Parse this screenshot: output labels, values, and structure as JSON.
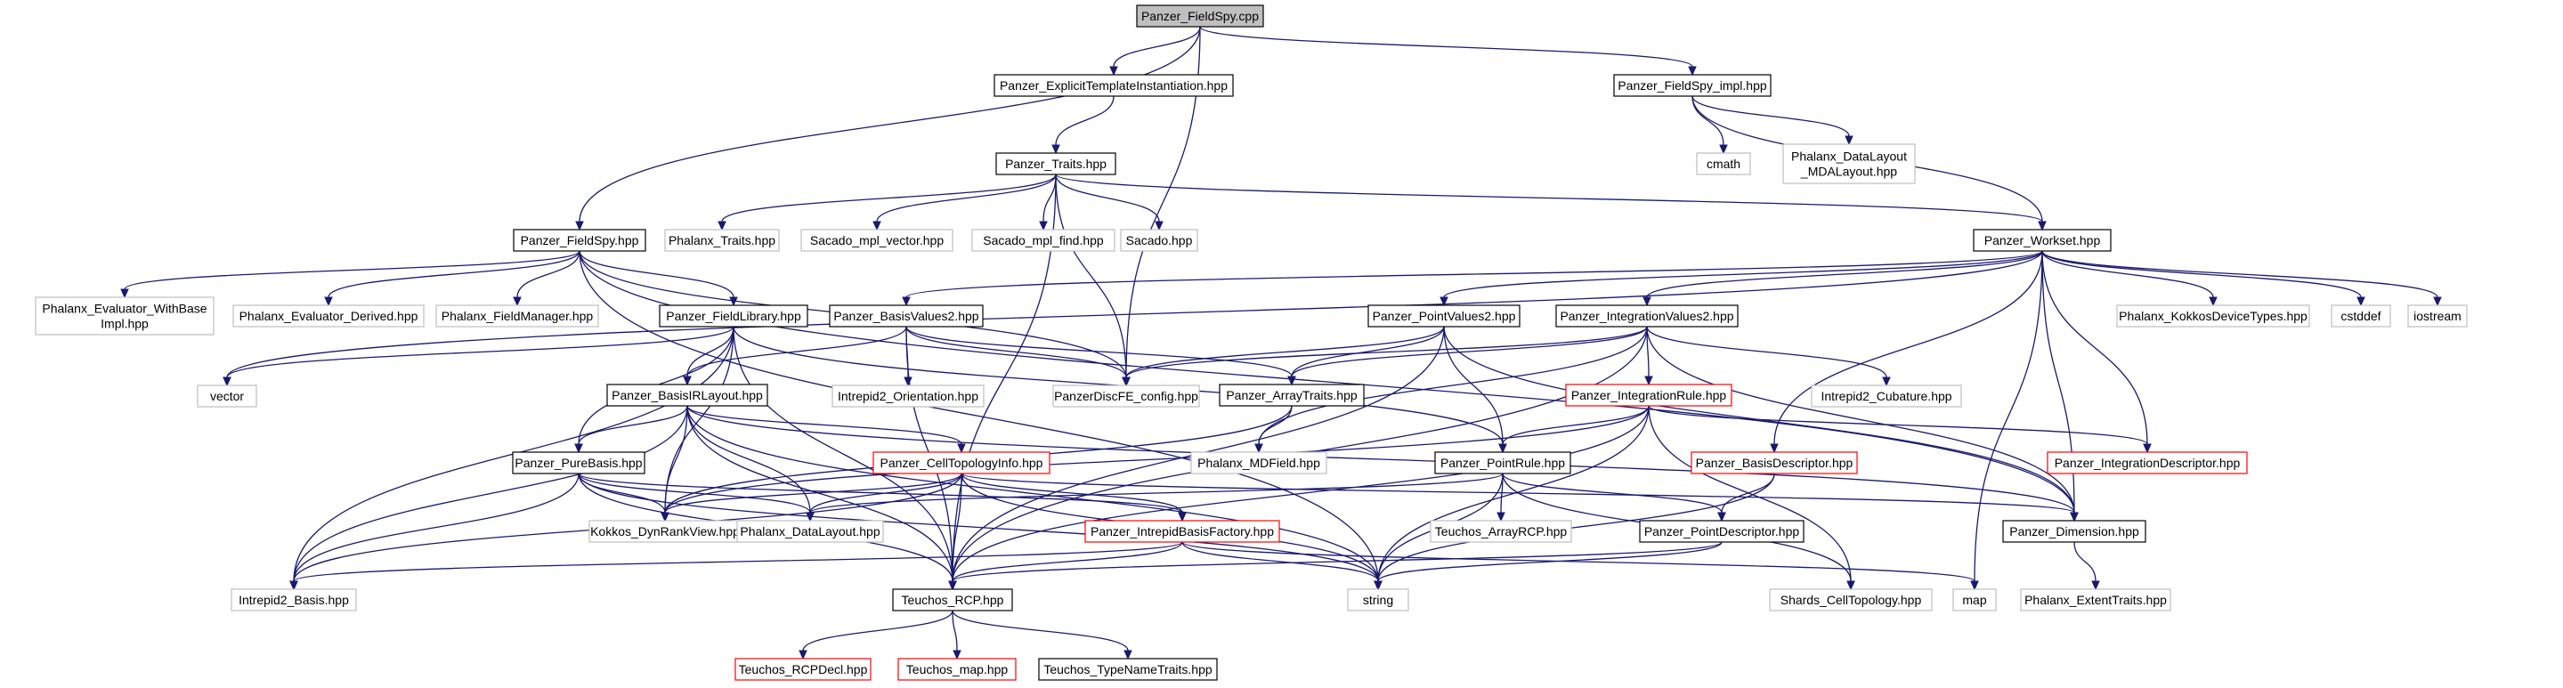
{
  "diagram": {
    "type": "include-dependency-graph",
    "colors": {
      "edge": "#191970",
      "border_default": "#000000",
      "border_missing": "#bfbfbf",
      "border_truncated": "#ff0000",
      "fill_root": "#bfbfbf",
      "fill_default": "#ffffff"
    },
    "nodes": [
      {
        "id": "fieldspy_cpp",
        "lines": [
          "Panzer_FieldSpy.cpp"
        ],
        "style": "root"
      },
      {
        "id": "explicit_ti",
        "lines": [
          "Panzer_ExplicitTemplateInstantiation.hpp"
        ],
        "style": "normal"
      },
      {
        "id": "fieldspy_impl",
        "lines": [
          "Panzer_FieldSpy_impl.hpp"
        ],
        "style": "normal"
      },
      {
        "id": "traits",
        "lines": [
          "Panzer_Traits.hpp"
        ],
        "style": "normal"
      },
      {
        "id": "cmath",
        "lines": [
          "cmath"
        ],
        "style": "missing"
      },
      {
        "id": "mda_layout",
        "lines": [
          "Phalanx_DataLayout",
          "_MDALayout.hpp"
        ],
        "style": "missing"
      },
      {
        "id": "fieldspy_hpp",
        "lines": [
          "Panzer_FieldSpy.hpp"
        ],
        "style": "normal"
      },
      {
        "id": "phx_traits",
        "lines": [
          "Phalanx_Traits.hpp"
        ],
        "style": "missing"
      },
      {
        "id": "sacado_vec",
        "lines": [
          "Sacado_mpl_vector.hpp"
        ],
        "style": "missing"
      },
      {
        "id": "sacado_find",
        "lines": [
          "Sacado_mpl_find.hpp"
        ],
        "style": "missing"
      },
      {
        "id": "sacado",
        "lines": [
          "Sacado.hpp"
        ],
        "style": "missing"
      },
      {
        "id": "workset",
        "lines": [
          "Panzer_Workset.hpp"
        ],
        "style": "normal"
      },
      {
        "id": "phx_eval_base",
        "lines": [
          "Phalanx_Evaluator_WithBase",
          "Impl.hpp"
        ],
        "style": "missing"
      },
      {
        "id": "phx_eval_der",
        "lines": [
          "Phalanx_Evaluator_Derived.hpp"
        ],
        "style": "missing"
      },
      {
        "id": "phx_fm",
        "lines": [
          "Phalanx_FieldManager.hpp"
        ],
        "style": "missing"
      },
      {
        "id": "field_lib",
        "lines": [
          "Panzer_FieldLibrary.hpp"
        ],
        "style": "normal"
      },
      {
        "id": "basis_values2",
        "lines": [
          "Panzer_BasisValues2.hpp"
        ],
        "style": "normal"
      },
      {
        "id": "point_values2",
        "lines": [
          "Panzer_PointValues2.hpp"
        ],
        "style": "normal"
      },
      {
        "id": "integ_values2",
        "lines": [
          "Panzer_IntegrationValues2.hpp"
        ],
        "style": "normal"
      },
      {
        "id": "phx_kokkos_dt",
        "lines": [
          "Phalanx_KokkosDeviceTypes.hpp"
        ],
        "style": "missing"
      },
      {
        "id": "cstddef",
        "lines": [
          "cstddef"
        ],
        "style": "missing"
      },
      {
        "id": "iostream",
        "lines": [
          "iostream"
        ],
        "style": "missing"
      },
      {
        "id": "vector",
        "lines": [
          "vector"
        ],
        "style": "missing"
      },
      {
        "id": "basis_irlayout",
        "lines": [
          "Panzer_BasisIRLayout.hpp"
        ],
        "style": "normal"
      },
      {
        "id": "intrepid2_orient",
        "lines": [
          "Intrepid2_Orientation.hpp"
        ],
        "style": "missing"
      },
      {
        "id": "disc_fe_config",
        "lines": [
          "PanzerDiscFE_config.hpp"
        ],
        "style": "missing"
      },
      {
        "id": "array_traits",
        "lines": [
          "Panzer_ArrayTraits.hpp"
        ],
        "style": "normal"
      },
      {
        "id": "integ_rule",
        "lines": [
          "Panzer_IntegrationRule.hpp"
        ],
        "style": "truncated"
      },
      {
        "id": "intrepid2_cub",
        "lines": [
          "Intrepid2_Cubature.hpp"
        ],
        "style": "missing"
      },
      {
        "id": "pure_basis",
        "lines": [
          "Panzer_PureBasis.hpp"
        ],
        "style": "normal"
      },
      {
        "id": "cell_topo_info",
        "lines": [
          "Panzer_CellTopologyInfo.hpp"
        ],
        "style": "truncated"
      },
      {
        "id": "phx_mdfield",
        "lines": [
          "Phalanx_MDField.hpp"
        ],
        "style": "missing"
      },
      {
        "id": "point_rule",
        "lines": [
          "Panzer_PointRule.hpp"
        ],
        "style": "normal"
      },
      {
        "id": "basis_desc",
        "lines": [
          "Panzer_BasisDescriptor.hpp"
        ],
        "style": "truncated"
      },
      {
        "id": "integ_desc",
        "lines": [
          "Panzer_IntegrationDescriptor.hpp"
        ],
        "style": "truncated"
      },
      {
        "id": "kokkos_drv",
        "lines": [
          "Kokkos_DynRankView.hpp"
        ],
        "style": "missing"
      },
      {
        "id": "phx_datalayout",
        "lines": [
          "Phalanx_DataLayout.hpp"
        ],
        "style": "missing"
      },
      {
        "id": "intrepid_bf",
        "lines": [
          "Panzer_IntrepidBasisFactory.hpp"
        ],
        "style": "truncated"
      },
      {
        "id": "teuchos_arcp",
        "lines": [
          "Teuchos_ArrayRCP.hpp"
        ],
        "style": "missing"
      },
      {
        "id": "point_desc",
        "lines": [
          "Panzer_PointDescriptor.hpp"
        ],
        "style": "normal"
      },
      {
        "id": "dimension",
        "lines": [
          "Panzer_Dimension.hpp"
        ],
        "style": "normal"
      },
      {
        "id": "intrepid2_basis",
        "lines": [
          "Intrepid2_Basis.hpp"
        ],
        "style": "missing"
      },
      {
        "id": "teuchos_rcp",
        "lines": [
          "Teuchos_RCP.hpp"
        ],
        "style": "normal"
      },
      {
        "id": "string",
        "lines": [
          "string"
        ],
        "style": "missing"
      },
      {
        "id": "shards_ct",
        "lines": [
          "Shards_CellTopology.hpp"
        ],
        "style": "missing"
      },
      {
        "id": "map",
        "lines": [
          "map"
        ],
        "style": "missing"
      },
      {
        "id": "phx_extent",
        "lines": [
          "Phalanx_ExtentTraits.hpp"
        ],
        "style": "missing"
      },
      {
        "id": "teuchos_rcpdecl",
        "lines": [
          "Teuchos_RCPDecl.hpp"
        ],
        "style": "truncated"
      },
      {
        "id": "teuchos_map",
        "lines": [
          "Teuchos_map.hpp"
        ],
        "style": "truncated"
      },
      {
        "id": "teuchos_tnt",
        "lines": [
          "Teuchos_TypeNameTraits.hpp"
        ],
        "style": "normal"
      }
    ],
    "edges": [
      [
        "fieldspy_cpp",
        "explicit_ti"
      ],
      [
        "fieldspy_cpp",
        "fieldspy_impl"
      ],
      [
        "fieldspy_cpp",
        "fieldspy_hpp"
      ],
      [
        "fieldspy_cpp",
        "disc_fe_config"
      ],
      [
        "explicit_ti",
        "traits"
      ],
      [
        "fieldspy_impl",
        "cmath"
      ],
      [
        "fieldspy_impl",
        "mda_layout"
      ],
      [
        "fieldspy_impl",
        "workset"
      ],
      [
        "traits",
        "phx_traits"
      ],
      [
        "traits",
        "sacado_vec"
      ],
      [
        "traits",
        "sacado_find"
      ],
      [
        "traits",
        "sacado"
      ],
      [
        "traits",
        "workset"
      ],
      [
        "traits",
        "disc_fe_config"
      ],
      [
        "traits",
        "teuchos_rcp"
      ],
      [
        "fieldspy_hpp",
        "phx_eval_base"
      ],
      [
        "fieldspy_hpp",
        "phx_eval_der"
      ],
      [
        "fieldspy_hpp",
        "phx_fm"
      ],
      [
        "fieldspy_hpp",
        "field_lib"
      ],
      [
        "fieldspy_hpp",
        "disc_fe_config"
      ],
      [
        "fieldspy_hpp",
        "dimension"
      ],
      [
        "fieldspy_hpp",
        "string"
      ],
      [
        "workset",
        "basis_values2"
      ],
      [
        "workset",
        "point_values2"
      ],
      [
        "workset",
        "integ_values2"
      ],
      [
        "workset",
        "phx_kokkos_dt"
      ],
      [
        "workset",
        "cstddef"
      ],
      [
        "workset",
        "iostream"
      ],
      [
        "workset",
        "vector"
      ],
      [
        "workset",
        "basis_desc"
      ],
      [
        "workset",
        "integ_desc"
      ],
      [
        "workset",
        "dimension"
      ],
      [
        "workset",
        "map"
      ],
      [
        "field_lib",
        "basis_irlayout"
      ],
      [
        "field_lib",
        "pure_basis"
      ],
      [
        "field_lib",
        "vector"
      ],
      [
        "field_lib",
        "teuchos_rcp"
      ],
      [
        "field_lib",
        "intrepid2_basis"
      ],
      [
        "field_lib",
        "kokkos_drv"
      ],
      [
        "field_lib",
        "point_rule"
      ],
      [
        "basis_values2",
        "intrepid2_orient"
      ],
      [
        "basis_values2",
        "disc_fe_config"
      ],
      [
        "basis_values2",
        "array_traits"
      ],
      [
        "basis_values2",
        "basis_irlayout"
      ],
      [
        "basis_values2",
        "teuchos_rcp"
      ],
      [
        "point_values2",
        "disc_fe_config"
      ],
      [
        "point_values2",
        "array_traits"
      ],
      [
        "point_values2",
        "point_rule"
      ],
      [
        "point_values2",
        "dimension"
      ],
      [
        "point_values2",
        "teuchos_rcp"
      ],
      [
        "integ_values2",
        "disc_fe_config"
      ],
      [
        "integ_values2",
        "array_traits"
      ],
      [
        "integ_values2",
        "integ_rule"
      ],
      [
        "integ_values2",
        "intrepid2_cub"
      ],
      [
        "integ_values2",
        "phx_mdfield"
      ],
      [
        "integ_values2",
        "dimension"
      ],
      [
        "integ_values2",
        "teuchos_rcp"
      ],
      [
        "basis_irlayout",
        "pure_basis"
      ],
      [
        "basis_irlayout",
        "cell_topo_info"
      ],
      [
        "basis_irlayout",
        "kokkos_drv"
      ],
      [
        "basis_irlayout",
        "phx_datalayout"
      ],
      [
        "basis_irlayout",
        "intrepid2_basis"
      ],
      [
        "basis_irlayout",
        "teuchos_rcp"
      ],
      [
        "basis_irlayout",
        "string"
      ],
      [
        "basis_irlayout",
        "dimension"
      ],
      [
        "array_traits",
        "phx_mdfield"
      ],
      [
        "array_traits",
        "kokkos_drv"
      ],
      [
        "integ_rule",
        "point_rule"
      ],
      [
        "integ_rule",
        "integ_desc"
      ],
      [
        "integ_rule",
        "kokkos_drv"
      ],
      [
        "integ_rule",
        "shards_ct"
      ],
      [
        "integ_rule",
        "teuchos_rcp"
      ],
      [
        "integ_rule",
        "string"
      ],
      [
        "pure_basis",
        "kokkos_drv"
      ],
      [
        "pure_basis",
        "phx_datalayout"
      ],
      [
        "pure_basis",
        "intrepid_bf"
      ],
      [
        "pure_basis",
        "intrepid2_basis"
      ],
      [
        "pure_basis",
        "teuchos_rcp"
      ],
      [
        "pure_basis",
        "string"
      ],
      [
        "cell_topo_info",
        "kokkos_drv"
      ],
      [
        "cell_topo_info",
        "phx_datalayout"
      ],
      [
        "cell_topo_info",
        "intrepid_bf"
      ],
      [
        "cell_topo_info",
        "dimension"
      ],
      [
        "cell_topo_info",
        "teuchos_rcp"
      ],
      [
        "cell_topo_info",
        "string"
      ],
      [
        "cell_topo_info",
        "intrepid2_basis"
      ],
      [
        "point_rule",
        "teuchos_arcp"
      ],
      [
        "point_rule",
        "point_desc"
      ],
      [
        "point_rule",
        "phx_datalayout"
      ],
      [
        "point_rule",
        "shards_ct"
      ],
      [
        "point_rule",
        "string"
      ],
      [
        "basis_desc",
        "point_desc"
      ],
      [
        "basis_desc",
        "string"
      ],
      [
        "point_desc",
        "string"
      ],
      [
        "point_desc",
        "teuchos_rcp"
      ],
      [
        "intrepid_bf",
        "teuchos_rcp"
      ],
      [
        "intrepid_bf",
        "intrepid2_basis"
      ],
      [
        "intrepid_bf",
        "string"
      ],
      [
        "intrepid_bf",
        "map"
      ],
      [
        "dimension",
        "phx_extent"
      ],
      [
        "teuchos_rcp",
        "teuchos_rcpdecl"
      ],
      [
        "teuchos_rcp",
        "teuchos_map"
      ],
      [
        "teuchos_rcp",
        "teuchos_tnt"
      ]
    ]
  }
}
